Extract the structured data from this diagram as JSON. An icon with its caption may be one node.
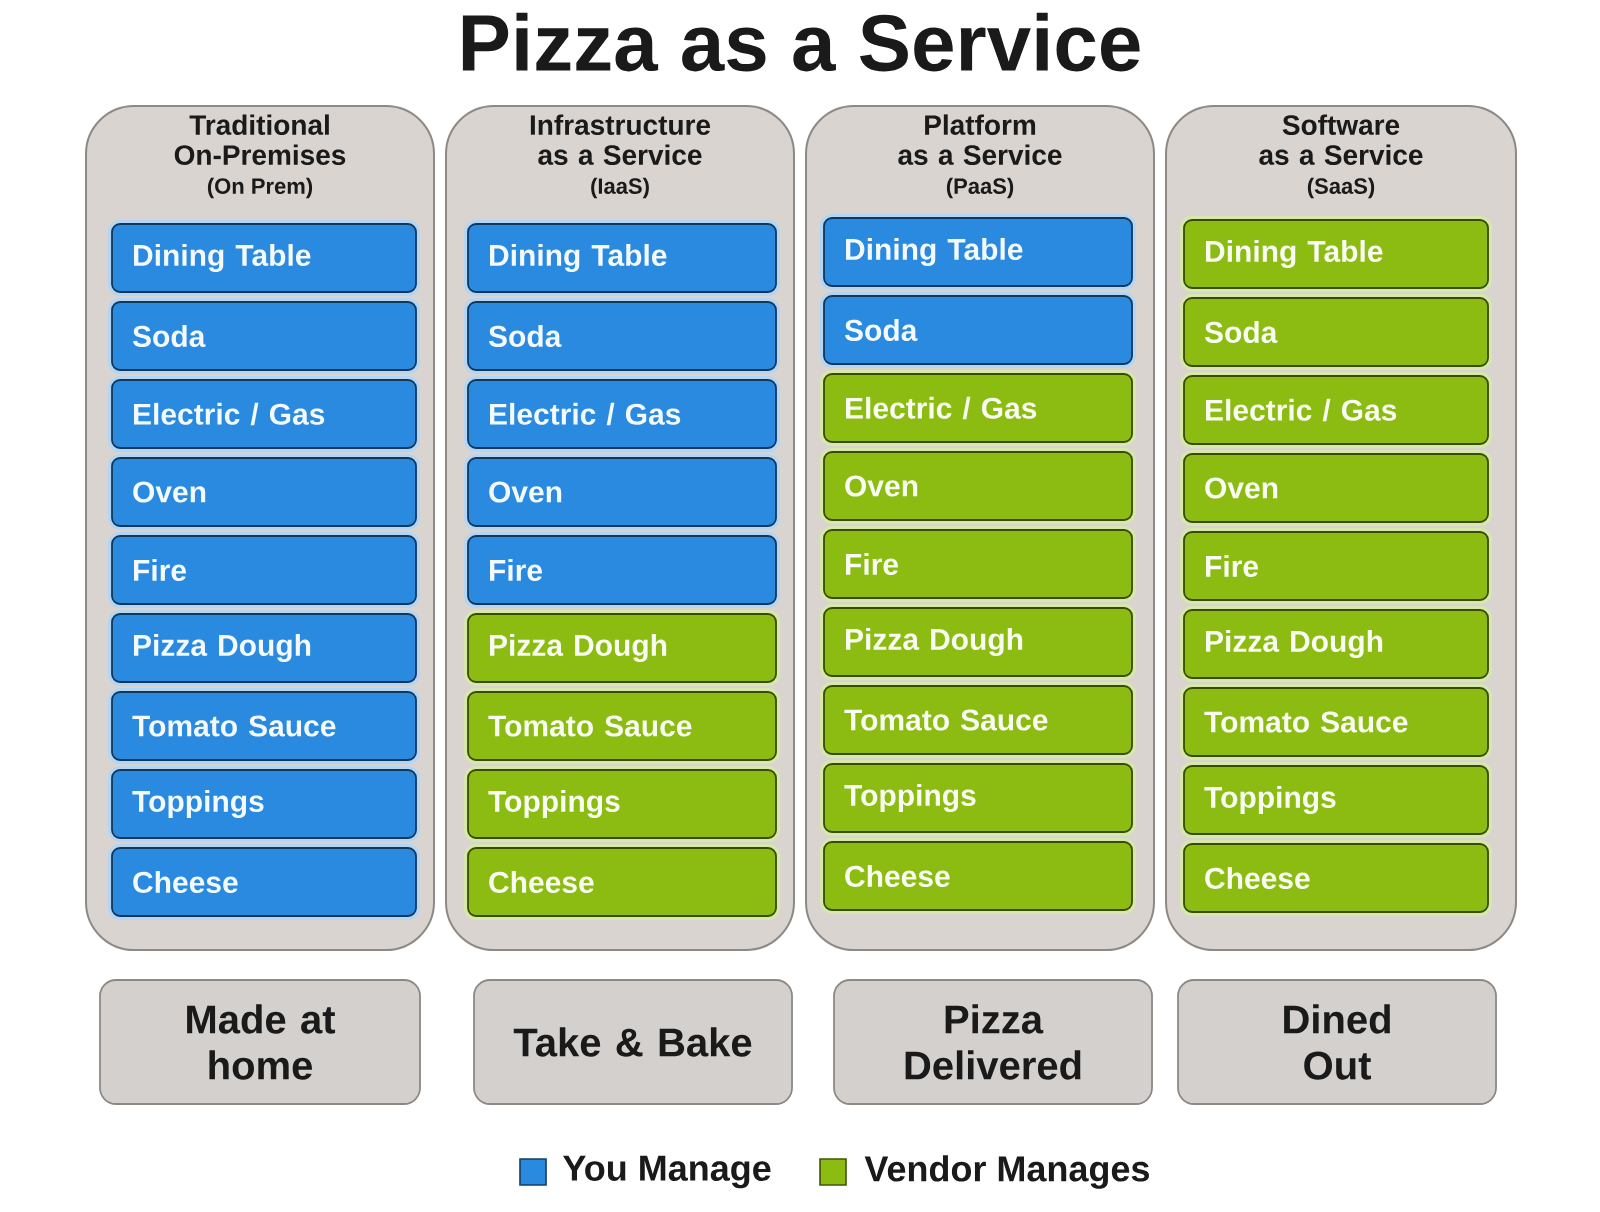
{
  "diagram": {
    "title": "Pizza as a Service",
    "nodes": [
      {
        "text": [
          "Traditional On-Premises",
          "(On Prem)"
        ]
      },
      {
        "text": [
          "Dining Table"
        ],
        "in": 0
      },
      {
        "text": [
          "Soda"
        ],
        "in": 0
      },
      {
        "text": [
          "Electric / Gas"
        ],
        "in": 0
      },
      {
        "text": [
          "Oven"
        ],
        "in": 0
      },
      {
        "text": [
          "Fire"
        ],
        "in": 0
      },
      {
        "text": [
          "Pizza Dough"
        ],
        "in": 0
      },
      {
        "text": [
          "Tomato Sauce"
        ],
        "in": 0
      },
      {
        "text": [
          "Toppings"
        ],
        "in": 0
      },
      {
        "text": [
          "Cheese"
        ],
        "in": 0
      },
      {
        "text": [
          "Infrastructure as a Service",
          "(IaaS)"
        ]
      },
      {
        "text": [
          "Dining Table"
        ],
        "in": 10
      },
      {
        "text": [
          "Soda"
        ],
        "in": 10
      },
      {
        "text": [
          "Electric / Gas"
        ],
        "in": 10
      },
      {
        "text": [
          "Oven"
        ],
        "in": 10
      },
      {
        "text": [
          "Fire"
        ],
        "in": 10
      },
      {
        "text": [
          "Pizza Dough"
        ],
        "in": 10
      },
      {
        "text": [
          "Tomato Sauce"
        ],
        "in": 10
      },
      {
        "text": [
          "Toppings"
        ],
        "in": 10
      },
      {
        "text": [
          "Cheese"
        ],
        "in": 10
      },
      {
        "text": [
          "Platform as a Service",
          "(PaaS)"
        ]
      },
      {
        "text": [
          "Dining Table"
        ],
        "in": 20
      },
      {
        "text": [
          "Soda"
        ],
        "in": 20
      },
      {
        "text": [
          "Electric / Gas"
        ],
        "in": 20
      },
      {
        "text": [
          "Oven"
        ],
        "in": 20
      },
      {
        "text": [
          "Fire"
        ],
        "in": 20
      },
      {
        "text": [
          "Pizza Dough"
        ],
        "in": 20
      },
      {
        "text": [
          "Tomato Sauce"
        ],
        "in": 20
      },
      {
        "text": [
          "Toppings"
        ],
        "in": 20
      },
      {
        "text": [
          "Cheese"
        ],
        "in": 20
      },
      {
        "text": [
          "Software as a Service",
          "(SaaS)"
        ]
      },
      {
        "text": [
          "Dining Table"
        ],
        "in": 30
      },
      {
        "text": [
          "Soda"
        ],
        "in": 30
      },
      {
        "text": [
          "Electric / Gas"
        ],
        "in": 30
      },
      {
        "text": [
          "Oven"
        ],
        "in": 30
      },
      {
        "text": [
          "Fire"
        ],
        "in": 30
      },
      {
        "text": [
          "Pizza Dough"
        ],
        "in": 30
      },
      {
        "text": [
          "Tomato Sauce"
        ],
        "in": 30
      },
      {
        "text": [
          "Toppings"
        ],
        "in": 30
      },
      {
        "text": [
          "Cheese"
        ],
        "in": 30
      },
      {
        "text": [
          "Made at home"
        ]
      },
      {
        "text": [
          "Take & Bake"
        ]
      },
      {
        "text": [
          "Pizza Delivered"
        ]
      },
      {
        "text": [
          "Dined Out"
        ]
      }
    ],
    "legend": [
      {
        "text": "You Manage",
        "color": "#2a8ae0"
      },
      {
        "text": "Vendor Manages",
        "color": "#8cbc12"
      }
    ]
  }
}
